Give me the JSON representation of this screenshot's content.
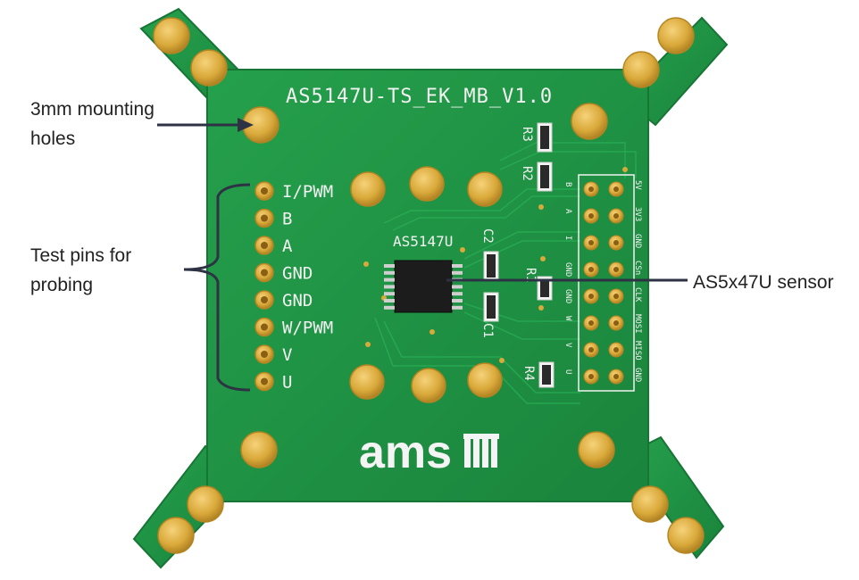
{
  "board": {
    "title": "AS5147U-TS_EK_MB_V1.0",
    "chip_label": "AS5147U",
    "logo": "ams",
    "test_pins": [
      "I/PWM",
      "B",
      "A",
      "GND",
      "GND",
      "W/PWM",
      "V",
      "U"
    ],
    "components": {
      "r3": "R3",
      "r2": "R2",
      "r1": "R1",
      "r4": "R4",
      "c2": "C2",
      "c1": "C1"
    },
    "header_left_labels": [
      "B",
      "A",
      "I",
      "GND",
      "GND",
      "W",
      "V",
      "U"
    ],
    "header_right_labels": [
      "5V",
      "3V3",
      "GND",
      "CSn",
      "CLK",
      "MOSI",
      "MISO",
      "GND"
    ]
  },
  "callouts": {
    "mounting": {
      "line1": "3mm mounting",
      "line2": "holes"
    },
    "test_pins": {
      "line1": "Test pins for",
      "line2": "probing"
    },
    "sensor": {
      "text": "AS5x47U sensor"
    }
  },
  "colors": {
    "pcb_green": "#1f8f43",
    "pcb_edge": "#177536",
    "pad_gold": "#d9a93a",
    "silkscreen": "#f2f2f2",
    "annotation": "#2d3344"
  }
}
